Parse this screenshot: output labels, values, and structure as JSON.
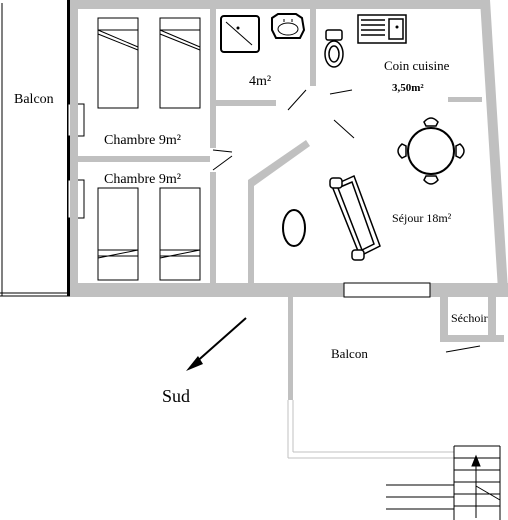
{
  "plan": {
    "rooms": {
      "balcon_left": "Balcon",
      "chambre_top": "Chambre 9m²",
      "chambre_bottom": "Chambre 9m²",
      "bathroom": "4m²",
      "kitchen": "Coin cuisine",
      "kitchen_area": "3,50m²",
      "sejour": "Séjour   18m²",
      "balcon_bottom": "Balcon",
      "sechoir": "Séchoir"
    },
    "compass": {
      "label": "Sud"
    },
    "colors": {
      "wall": "#c0c0c0",
      "line": "#000000"
    },
    "icons": [
      "bed-icon",
      "shower-icon",
      "sink-icon",
      "toilet-icon",
      "stove-icon",
      "table-icon",
      "chair-icon",
      "sofa-icon",
      "coffee-table-icon",
      "stairs-icon",
      "arrow-icon"
    ]
  }
}
